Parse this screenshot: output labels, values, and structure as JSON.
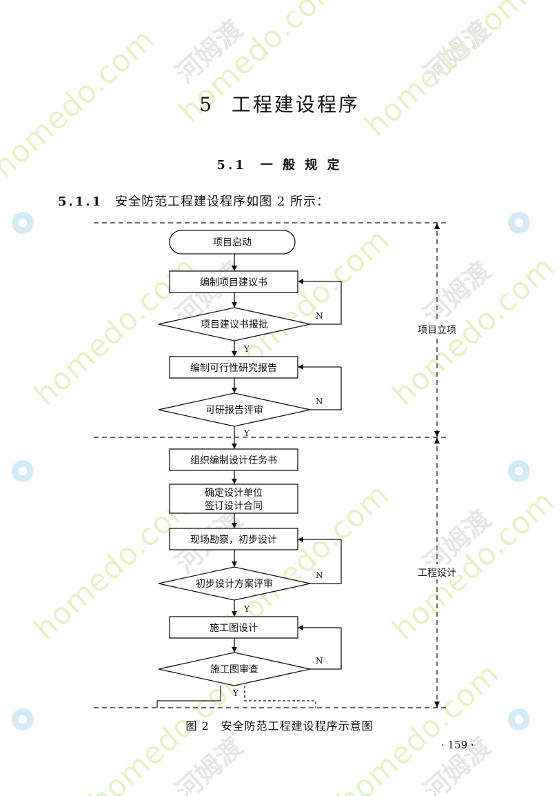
{
  "watermark": {
    "text": "homedo.com",
    "brand": "河姆渡",
    "color": "#e7f1c7"
  },
  "chapter": {
    "number": "5",
    "title": "工程建设程序"
  },
  "section": {
    "number": "5.1",
    "title": "一 般 规 定"
  },
  "clause": {
    "number": "5.1.1",
    "text": "安全防范工程建设程序如图 2 所示："
  },
  "flowchart": {
    "start": "项目启动",
    "steps": {
      "s1": "编制项目建议书",
      "d1": "项目建议书报批",
      "s2": "编制可行性研究报告",
      "d2": "可研报告评审",
      "s3": "组织编制设计任务书",
      "s4_line1": "确定设计单位",
      "s4_line2": "签订设计合同",
      "s5": "现场勘察，初步设计",
      "d3": "初步设计方案评审",
      "s6": "施工图设计",
      "d4": "施工图审查"
    },
    "yes_label": "Y",
    "no_label": "N",
    "phases": [
      "项目立项",
      "工程设计"
    ]
  },
  "caption": "图 2　安全防范工程建设程序示意图",
  "page_number": "· 159 ·"
}
